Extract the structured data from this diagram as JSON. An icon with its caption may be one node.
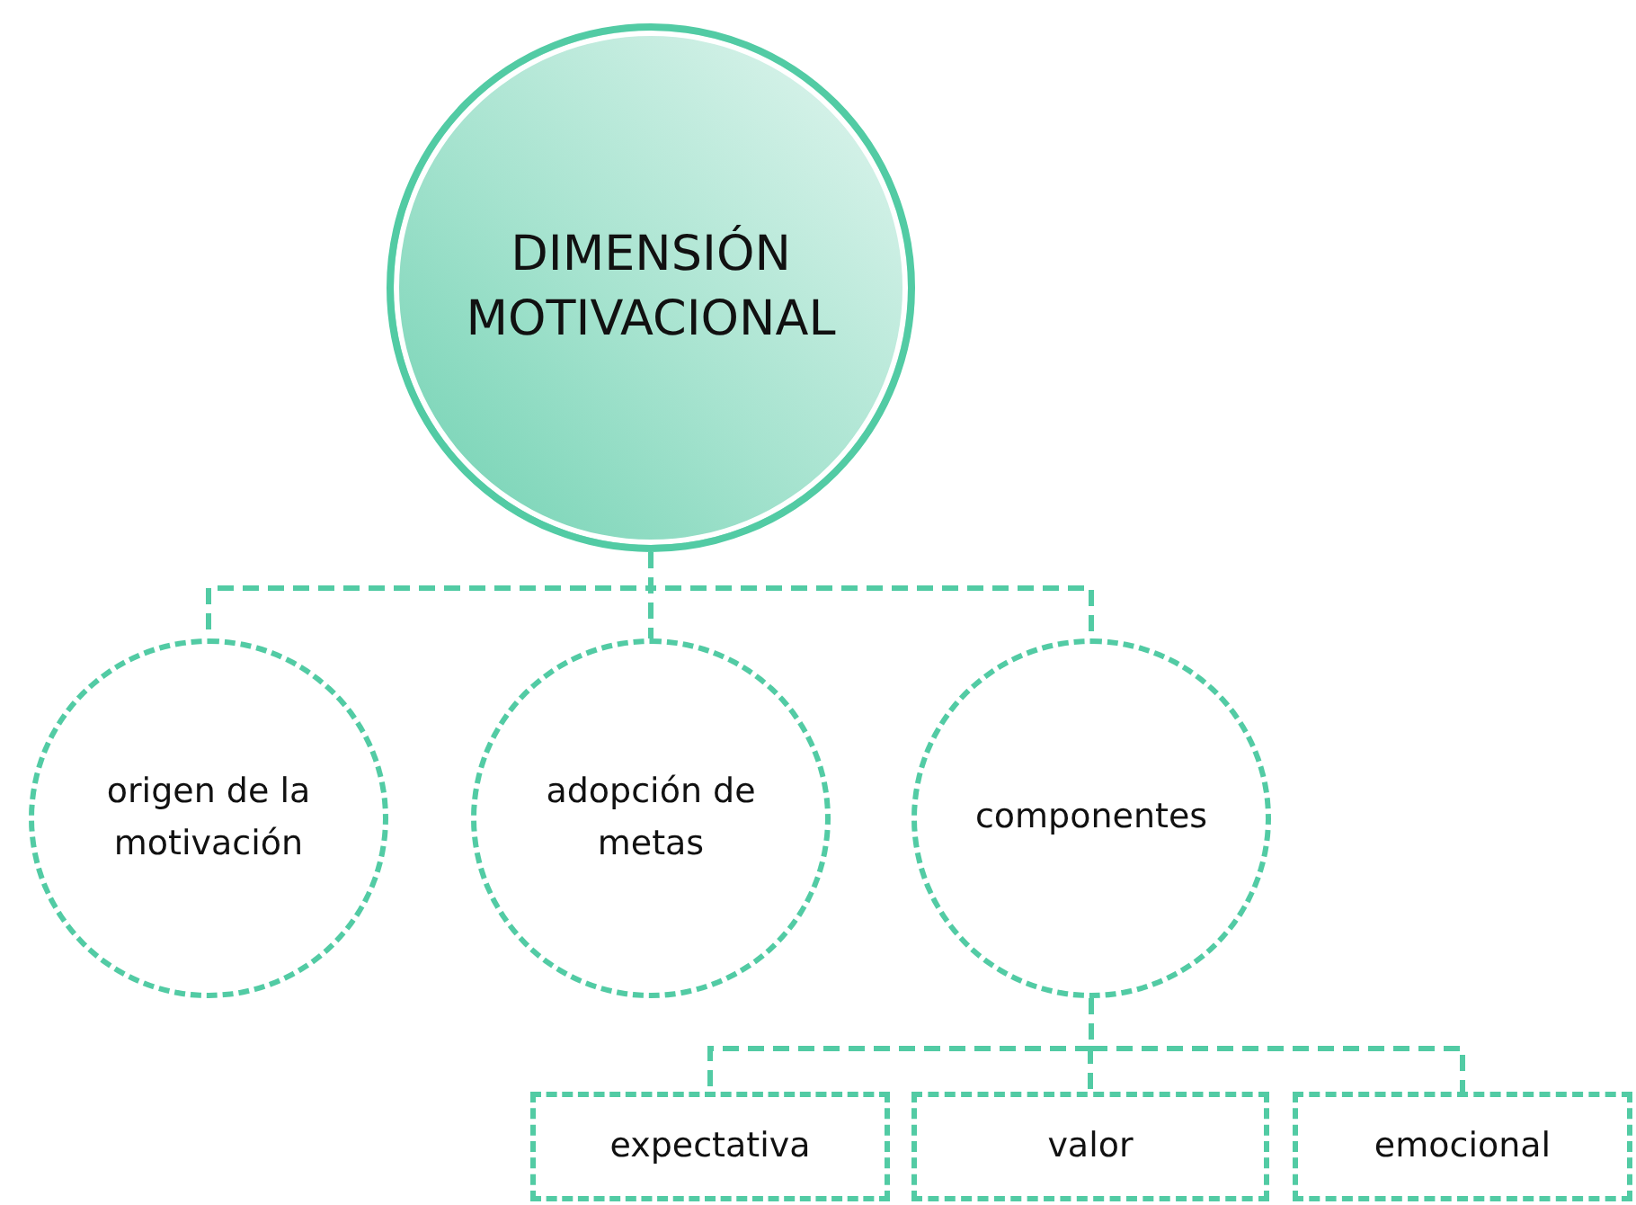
{
  "diagram": {
    "nodes": [
      {
        "text": [
          "DIMENSIÓN MOTIVACIONAL"
        ]
      },
      {
        "text": [
          "origen de la motivación"
        ]
      },
      {
        "text": [
          "adopción de metas"
        ]
      },
      {
        "text": [
          "componentes"
        ]
      },
      {
        "text": [
          "expectativa"
        ]
      },
      {
        "text": [
          "valor"
        ]
      },
      {
        "text": [
          "emocional"
        ]
      }
    ],
    "edges": [
      {
        "from": 0,
        "to": 1,
        "arrow": "none",
        "style": "dashed"
      },
      {
        "from": 0,
        "to": 2,
        "arrow": "none",
        "style": "dashed"
      },
      {
        "from": 0,
        "to": 3,
        "arrow": "none",
        "style": "dashed"
      },
      {
        "from": 3,
        "to": 4,
        "arrow": "none",
        "style": "dashed"
      },
      {
        "from": 3,
        "to": 5,
        "arrow": "none",
        "style": "dashed"
      },
      {
        "from": 3,
        "to": 6,
        "arrow": "none",
        "style": "dashed"
      }
    ]
  }
}
